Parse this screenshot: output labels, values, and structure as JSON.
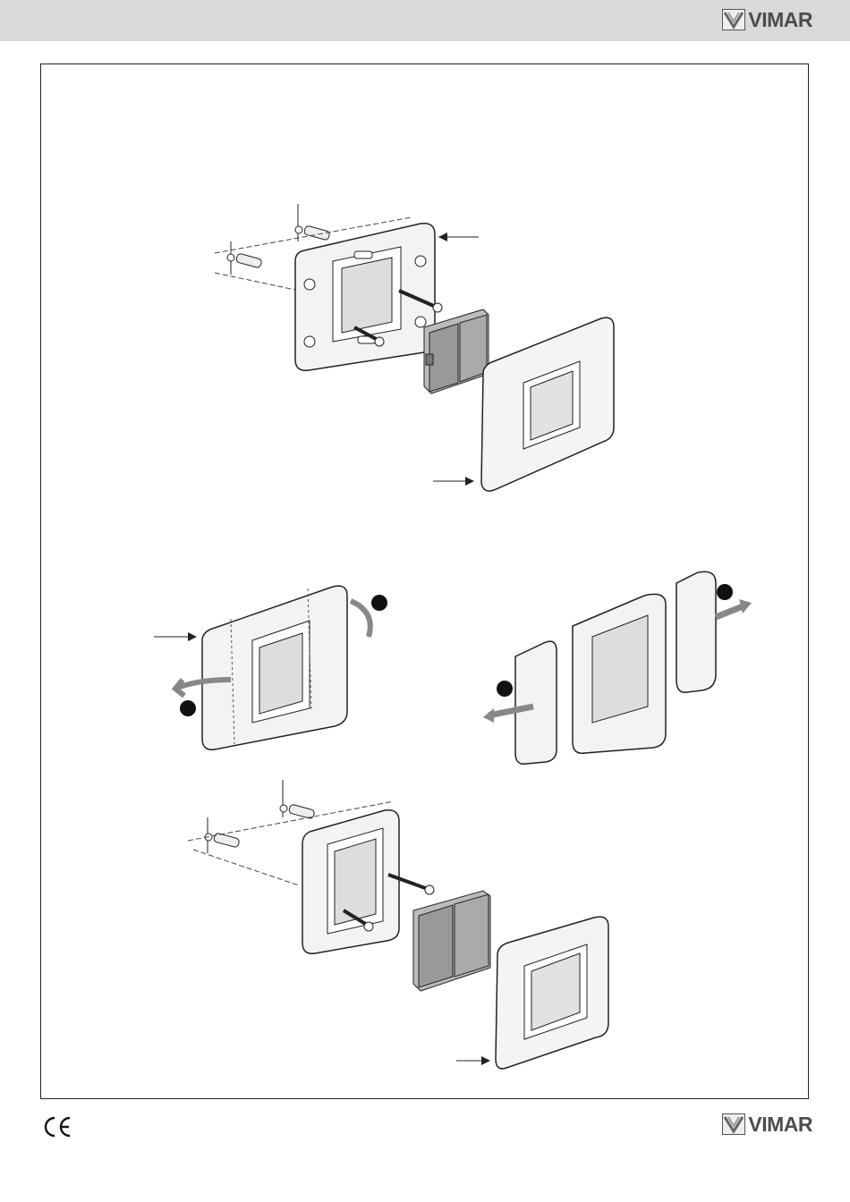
{
  "header": {
    "brand": "VIMAR",
    "logo_icon": "vimar-v-logo-icon",
    "bar_color": "#d9d9d9"
  },
  "footer": {
    "brand": "VIMAR",
    "certification": "CE",
    "logo_icon": "vimar-v-logo-icon"
  },
  "figures": [
    {
      "name": "installation-with-adapter-frame",
      "icons": [
        "wall-plug-icon",
        "screw-icon",
        "mounting-frame-icon",
        "switch-module-icon",
        "cover-plate-icon",
        "pointer-arrow-icon"
      ]
    },
    {
      "name": "frame-side-removal",
      "icons": [
        "mounting-frame-icon",
        "rotate-arrow-icon",
        "pull-arrow-icon",
        "step-marker-icon"
      ]
    },
    {
      "name": "installation-compact-frame",
      "icons": [
        "wall-plug-icon",
        "screw-icon",
        "mounting-frame-icon",
        "switch-module-icon",
        "cover-plate-icon",
        "pointer-arrow-icon"
      ]
    }
  ],
  "colors": {
    "ink": "#222222",
    "gray": "#b5b5b5",
    "light": "#efefef",
    "brand_text": "#4d4d4d"
  }
}
